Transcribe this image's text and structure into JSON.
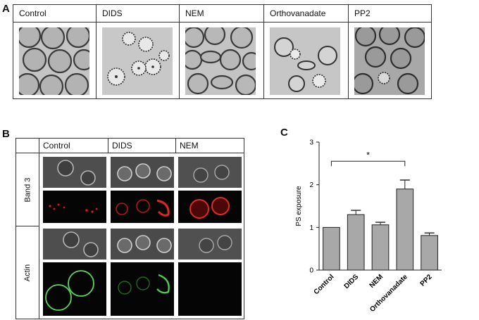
{
  "panel_a": {
    "letter": "A",
    "conditions": [
      "Control",
      "DIDS",
      "NEM",
      "Orthovanadate",
      "PP2"
    ]
  },
  "panel_b": {
    "letter": "B",
    "columns": [
      "Control",
      "DIDS",
      "NEM"
    ],
    "rows": [
      "Band 3",
      "Actin"
    ]
  },
  "panel_c": {
    "letter": "C",
    "significance_mark": "*"
  },
  "chart_data": {
    "type": "bar",
    "categories": [
      "Control",
      "DIDS",
      "NEM",
      "Orthovanadate",
      "PP2"
    ],
    "values": [
      1.0,
      1.3,
      1.06,
      1.9,
      0.81
    ],
    "errors": [
      0.0,
      0.1,
      0.06,
      0.21,
      0.06
    ],
    "ylabel": "PS exposure",
    "xlabel": "",
    "ylim": [
      0,
      3
    ],
    "yticks": [
      0,
      1,
      2,
      3
    ],
    "significance": {
      "from": "Control",
      "to": "Orthovanadate",
      "label": "*"
    },
    "colors": {
      "bar": "#a8a8a8",
      "bar_stroke": "#222222"
    },
    "grid": false
  }
}
